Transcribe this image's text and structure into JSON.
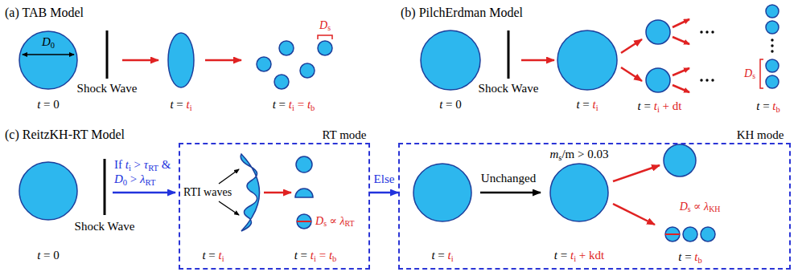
{
  "diagram": {
    "nodes": [
      {
        "text": [
          "RT mode",
          "RTI waves",
          "t = ti",
          "t = ti = tb",
          "Ds ∝ λRT"
        ]
      },
      {
        "text": [
          "KH mode",
          "Unchanged",
          "ms/m > 0.03",
          "t = ti",
          "t = ti + kdt",
          "Ds ∝ λKH",
          "t = tb"
        ]
      }
    ],
    "edges": [
      {
        "from": 0,
        "to": 1,
        "arrow": "to",
        "label": "Else"
      }
    ],
    "labels": [
      "(a) TAB Model",
      "D0",
      "Shock Wave",
      "t = 0",
      "t = ti",
      "Ds",
      "t = ti = tb",
      "(b) PilchErdman Model",
      "Shock Wave",
      "t = 0",
      "t = ti",
      "t = ti + dt",
      "Ds",
      "t = tb",
      "(c) ReitzKH-RT Model",
      "Shock Wave",
      "t = 0",
      "If ti > τRT & D0 > λRT"
    ]
  }
}
